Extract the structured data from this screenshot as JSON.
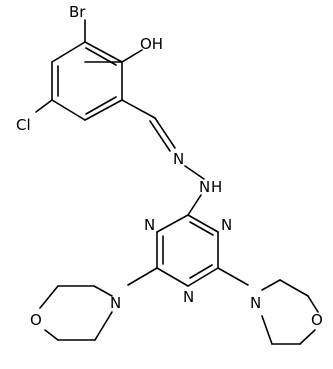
{
  "molecule": {
    "labels": {
      "br": "Br",
      "oh": "OH",
      "cl": "Cl",
      "n_imine": "N",
      "nh": "N",
      "nh_h": "H",
      "n_tri_1": "N",
      "n_tri_2": "N",
      "n_tri_3": "N",
      "n_morph_left": "N",
      "o_morph_left": "O",
      "n_morph_right": "N",
      "o_morph_right": "O"
    },
    "colors": {
      "bond": "#000000",
      "text": "#000000",
      "background": "#ffffff"
    }
  }
}
